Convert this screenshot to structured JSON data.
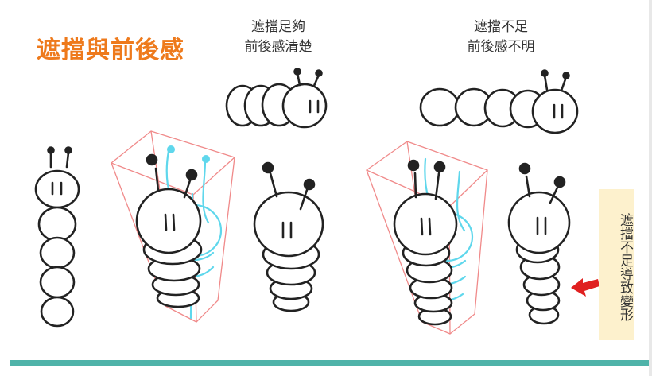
{
  "title": "遮擋與前後感",
  "caption_good": {
    "line1": "遮擋足夠",
    "line2": "前後感清楚"
  },
  "caption_bad": {
    "line1": "遮擋不足",
    "line2": "前後感不明"
  },
  "side_note": "遮擋不足導致變形",
  "colors": {
    "title": "#ee7a1c",
    "bar": "#4fb3a9",
    "note_bg": "#fdf1cd",
    "box_lines": "#f08a8a",
    "hidden_lines": "#5fd7ec",
    "ink": "#222222",
    "arrow": "#e02020"
  }
}
